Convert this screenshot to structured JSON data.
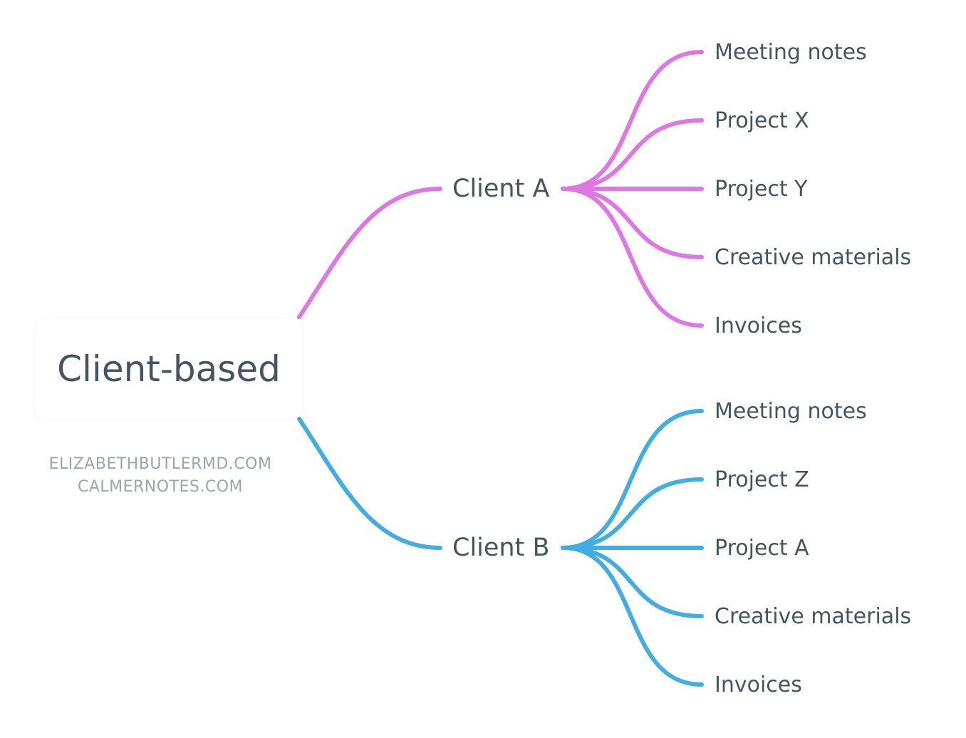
{
  "colors": {
    "client_a_branch": "#de76e4",
    "client_b_branch": "#42ade3",
    "text": "#435563",
    "watermark": "#9aa6b1"
  },
  "root": {
    "title": "Client-based"
  },
  "watermark": {
    "line1": "ELIZABETHBUTLERMD.COM",
    "line2": "CALMERNOTES.COM"
  },
  "clients": [
    {
      "label": "Client A",
      "children": [
        "Meeting notes",
        "Project X",
        "Project Y",
        "Creative materials",
        "Invoices"
      ]
    },
    {
      "label": "Client B",
      "children": [
        "Meeting notes",
        "Project Z",
        "Project A",
        "Creative materials",
        "Invoices"
      ]
    }
  ]
}
